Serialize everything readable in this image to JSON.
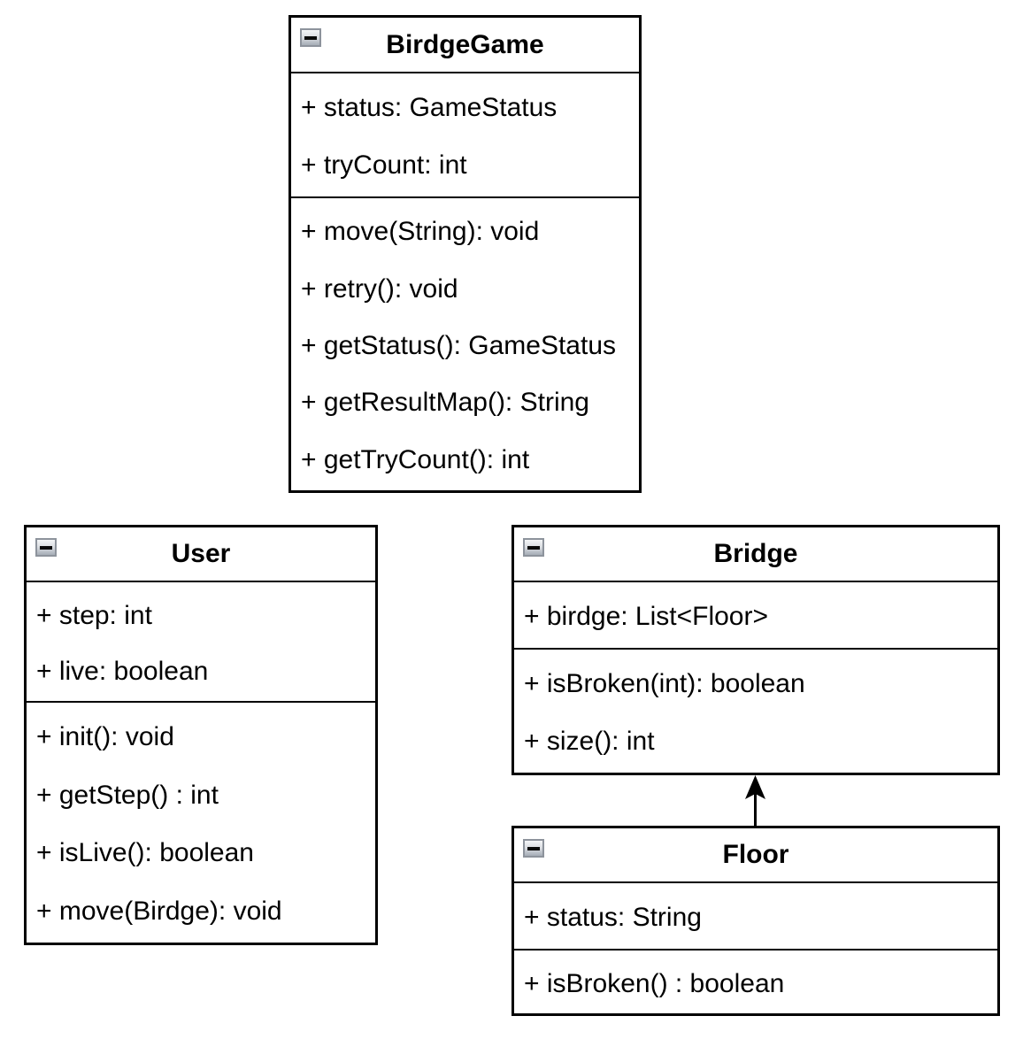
{
  "diagram": {
    "type": "uml-class-diagram",
    "background_color": "#ffffff",
    "stroke_color": "#000000",
    "text_color": "#000000",
    "collapse_icon_glyph": "minus",
    "classes": [
      {
        "name": "BirdgeGame",
        "attributes": [
          "+ status: GameStatus",
          "+ tryCount: int"
        ],
        "methods": [
          "+ move(String): void",
          "+ retry(): void",
          "+ getStatus(): GameStatus",
          "+ getResultMap(): String",
          "+ getTryCount(): int"
        ]
      },
      {
        "name": "User",
        "attributes": [
          "+ step: int",
          "+ live: boolean"
        ],
        "methods": [
          "+ init(): void",
          "+ getStep() : int",
          "+ isLive(): boolean",
          "+ move(Birdge): void"
        ]
      },
      {
        "name": "Bridge",
        "attributes": [
          "+ birdge: List<Floor>"
        ],
        "methods": [
          "+ isBroken(int): boolean",
          "+ size(): int"
        ]
      },
      {
        "name": "Floor",
        "attributes": [
          "+ status: String"
        ],
        "methods": [
          "+ isBroken() : boolean"
        ]
      }
    ],
    "relations": [
      {
        "from": "Floor",
        "to": "Bridge",
        "line_style": "solid",
        "arrowhead": "filled-triangle",
        "arrowhead_at": "Bridge"
      }
    ]
  }
}
